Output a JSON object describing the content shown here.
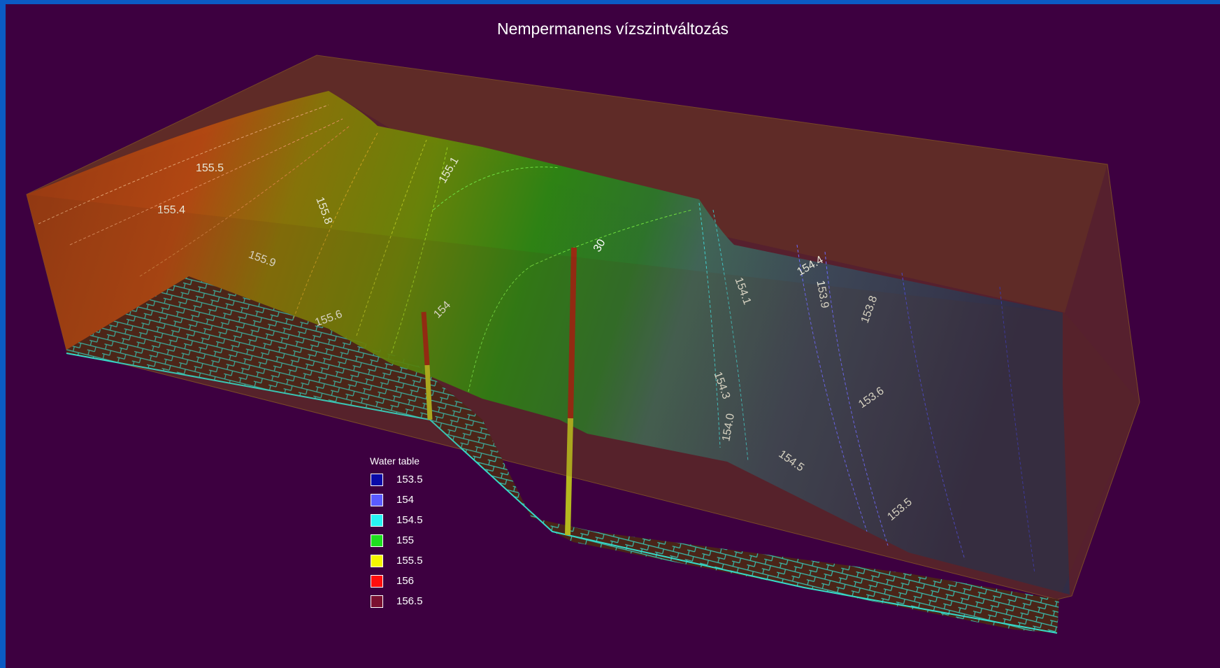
{
  "title": "Nempermanens vízszintváltozás",
  "legend": {
    "title": "Water table",
    "items": [
      {
        "label": "153.5",
        "color": "#0a0aa8"
      },
      {
        "label": "154",
        "color": "#5a5aff"
      },
      {
        "label": "154.5",
        "color": "#27f3f3"
      },
      {
        "label": "155",
        "color": "#1fdf1f"
      },
      {
        "label": "155.5",
        "color": "#f5f500"
      },
      {
        "label": "156",
        "color": "#ff0d0d"
      },
      {
        "label": "156.5",
        "color": "#7a1030"
      }
    ]
  },
  "contour_labels": [
    "155.5",
    "155.4",
    "155.8",
    "155.9",
    "155.6",
    "155.1",
    "154",
    "154.1",
    "154.3",
    "154.4",
    "153.9",
    "153.8",
    "153.6",
    "154.5",
    "154.0",
    "153.5"
  ],
  "colors": {
    "background": "#3d0040",
    "frame": "#0b5bc4",
    "box": "#6b3a1f",
    "grid": "#36d9c9",
    "well_upper": "#9a2a12",
    "well_lower": "#b5b81f"
  }
}
